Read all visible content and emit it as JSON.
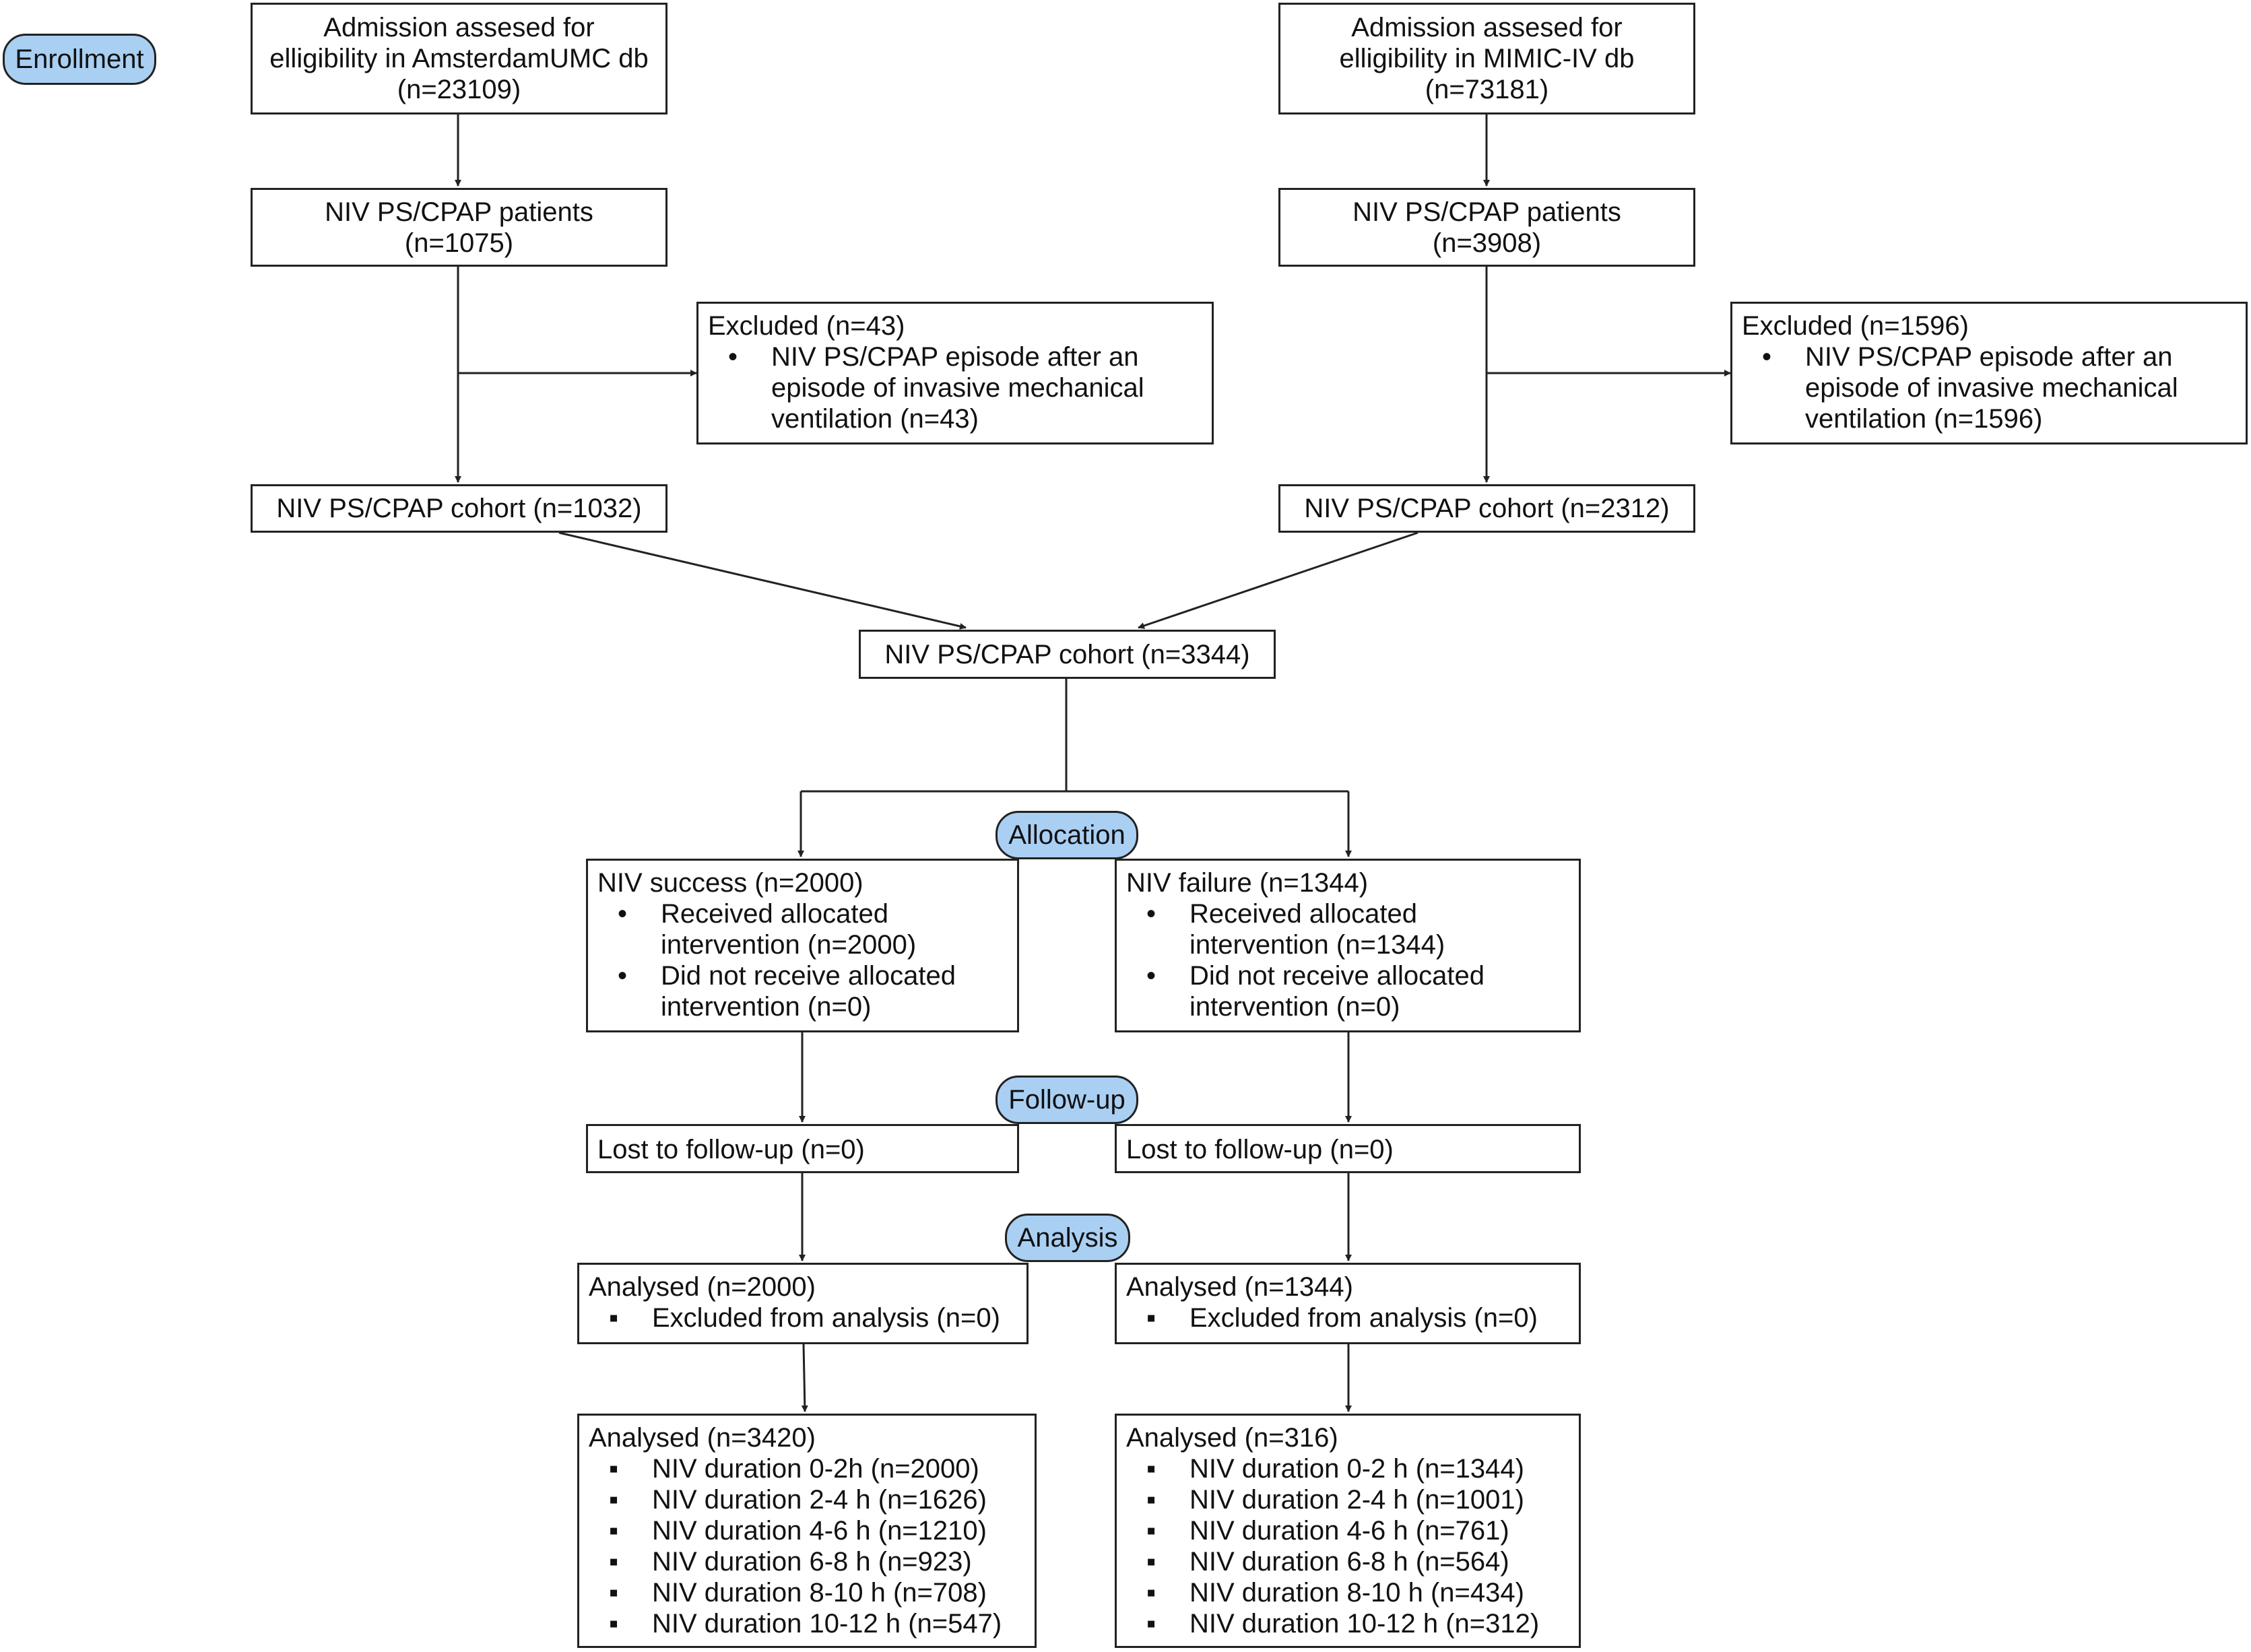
{
  "stages": {
    "enrollment": "Enrollment",
    "allocation": "Allocation",
    "follow_up": "Follow-up",
    "analysis": "Analysis"
  },
  "boxes": {
    "amsterdam_db": [
      "Admission assesed for",
      "elligibility in AmsterdamUMC db",
      "(n=23109)"
    ],
    "mimic_db": [
      "Admission assesed for",
      "elligibility in MIMIC-IV db",
      "(n=73181)"
    ],
    "amsterdam_patients": [
      "NIV PS/CPAP patients",
      "(n=1075)"
    ],
    "mimic_patients": [
      "NIV PS/CPAP patients",
      "(n=3908)"
    ],
    "amsterdam_excluded": {
      "title": "Excluded (n=43)",
      "bullet_mark": "•",
      "items": [
        [
          "NIV PS/CPAP episode after an",
          "episode of invasive mechanical",
          "ventilation (n=43)"
        ]
      ]
    },
    "mimic_excluded": {
      "title": "Excluded (n=1596)",
      "bullet_mark": "•",
      "items": [
        [
          "NIV PS/CPAP episode after an",
          "episode of invasive mechanical",
          "ventilation (n=1596)"
        ]
      ]
    },
    "amsterdam_cohort": "NIV PS/CPAP cohort (n=1032)",
    "mimic_cohort": "NIV PS/CPAP cohort (n=2312)",
    "combined_cohort": "NIV PS/CPAP cohort (n=3344)",
    "niv_success": {
      "title": "NIV success (n=2000)",
      "bullet_mark": "•",
      "items": [
        [
          "Received allocated",
          "intervention (n=2000)"
        ],
        [
          "Did not receive allocated",
          "intervention (n=0)"
        ]
      ]
    },
    "niv_failure": {
      "title": "NIV failure (n=1344)",
      "bullet_mark": "•",
      "items": [
        [
          "Received allocated",
          "intervention (n=1344)"
        ],
        [
          "Did not receive allocated",
          "intervention (n=0)"
        ]
      ]
    },
    "lost_success": "Lost to follow-up (n=0)",
    "lost_failure": "Lost to follow-up (n=0)",
    "analysed_success": {
      "title": "Analysed (n=2000)",
      "bullet_mark": "▪",
      "items": [
        [
          "Excluded from analysis (n=0)"
        ]
      ]
    },
    "analysed_failure": {
      "title": "Analysed (n=1344)",
      "bullet_mark": "▪",
      "items": [
        [
          "Excluded from analysis (n=0)"
        ]
      ]
    },
    "duration_success": {
      "title": "Analysed (n=3420)",
      "bullet_mark": "▪",
      "items": [
        [
          "NIV duration 0-2h (n=2000)"
        ],
        [
          "NIV duration 2-4 h  (n=1626)"
        ],
        [
          "NIV duration 4-6 h (n=1210)"
        ],
        [
          "NIV duration 6-8 h (n=923)"
        ],
        [
          "NIV duration 8-10 h (n=708)"
        ],
        [
          "NIV duration 10-12 h (n=547)"
        ]
      ]
    },
    "duration_failure": {
      "title": "Analysed (n=316)",
      "bullet_mark": "▪",
      "items": [
        [
          "NIV duration 0-2 h (n=1344)"
        ],
        [
          "NIV duration 2-4 h (n=1001)"
        ],
        [
          "NIV duration 4-6 h (n=761)"
        ],
        [
          "NIV duration 6-8 h (n=564)"
        ],
        [
          "NIV duration 8-10 h (n=434)"
        ],
        [
          "NIV duration 10-12 h (n=312)"
        ]
      ]
    }
  }
}
